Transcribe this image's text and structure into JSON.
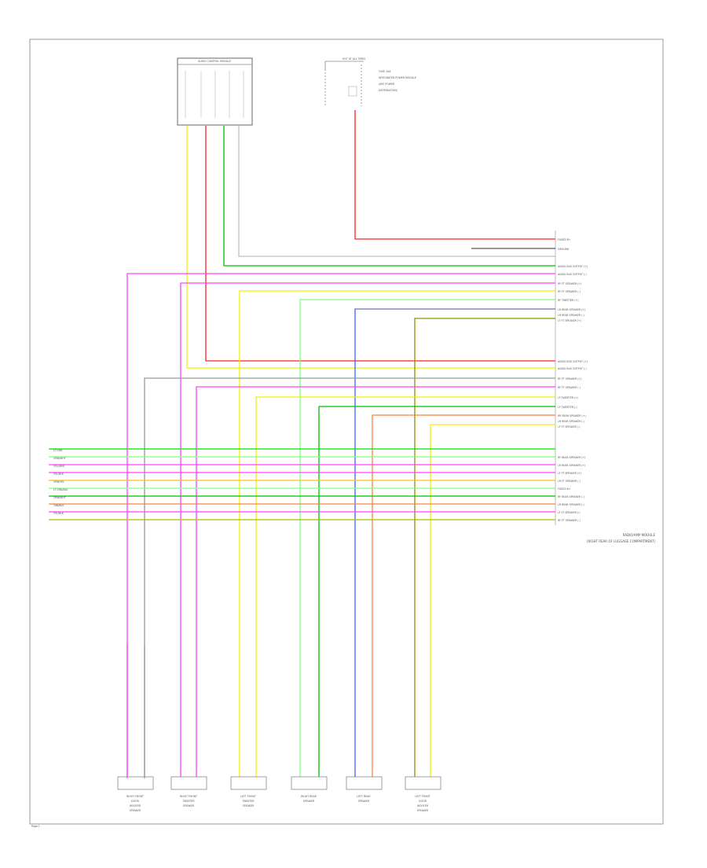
{
  "diagram": {
    "page_number": "Page 1",
    "fuse_block": {
      "lines": [
        "HOT AT ALL TIMES",
        "FUSE 20A",
        "INTEGRATED POWER MODULE",
        "(SEE POWER",
        "DISTRIBUTION)"
      ]
    },
    "amp_module": {
      "name": "RADIO/AMP MODULE",
      "location": "(RIGHT REAR OF LUGGAGE COMPARTMENT)"
    },
    "top_connector": {
      "name": "AUDIO CONTROL MODULE"
    },
    "speakers": [
      {
        "label": [
          "RIGHT FRONT",
          "DOOR",
          "WOOFER",
          "SPEAKER"
        ]
      },
      {
        "label": [
          "RIGHT FRONT",
          "TWEETER",
          "SPEAKER"
        ]
      },
      {
        "label": [
          "LEFT FRONT",
          "TWEETER",
          "SPEAKER"
        ]
      },
      {
        "label": [
          "RIGHT REAR",
          "SPEAKER"
        ]
      },
      {
        "label": [
          "LEFT REAR",
          "SPEAKER"
        ]
      },
      {
        "label": [
          "LEFT FRONT",
          "DOOR",
          "WOOFER",
          "SPEAKER"
        ]
      }
    ],
    "pins_group_a": [
      "FUSED B+",
      "GROUND",
      "AUDIO BUS OUTPUT (+)",
      "AUDIO BUS OUTPUT (-)",
      "RF FT SPEAKER (+)",
      "RF FT SPEAKER (-)",
      "RF TWEETER (+)",
      "LR REAR SPEAKER (+)",
      "LR REAR SPEAKER (-)",
      "LF FT SPEAKER (+)"
    ],
    "pins_group_b": [
      "AUDIO BUS OUTPUT (+)",
      "AUDIO BUS OUTPUT (-)",
      "RF FT SPEAKER (+)",
      "RF FT SPEAKER (-)",
      "LF TWEETER (+)",
      "LF TWEETER (-)",
      "RR REAR SPEAKER (+)",
      "LR REAR SPEAKER (-)",
      "LF FT SPEAKER (-)"
    ],
    "pins_group_c": [
      "RF REAR SPEAKER (+)",
      "LR REAR SPEAKER (+)",
      "LF FT SPEAKER (+)",
      "LR FT SPEAKER (-)",
      "FUSED B+",
      "RF REAR SPEAKER (-)",
      "LR REAR SPEAKER (-)",
      "LF FT SPEAKER (-)",
      "RF FT SPEAKER (-)"
    ],
    "wire_colors_c": [
      "LT GRN",
      "GRN/WHT",
      "YEL/GRN",
      "YEL/BLK",
      "GRN/YEL",
      "LT GRN/BLK",
      "ORN/WHT",
      "TAN/BLK",
      "YEL/BLK"
    ],
    "colors": {
      "red": "#ff2020",
      "magenta": "#ff40ff",
      "yellow": "#f0f000",
      "green": "#00c000",
      "lightgreen": "#80ff80",
      "blue": "#4060ff",
      "orange": "#ff8040",
      "olive": "#909000",
      "gray": "#b0b0b0",
      "brown": "#b08060",
      "black": "#222222"
    }
  }
}
